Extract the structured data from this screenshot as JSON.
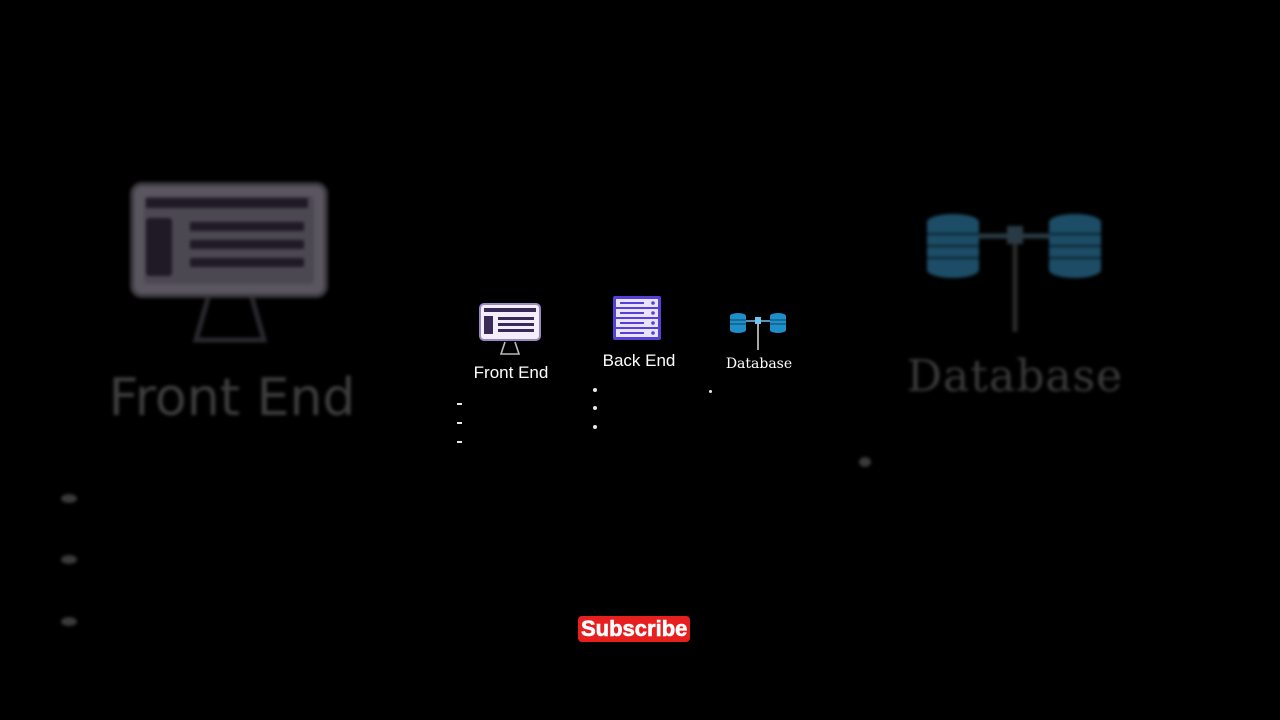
{
  "background": {
    "front_end_label": "Front End",
    "database_label": "Database",
    "front_end_icon": "monitor-icon",
    "database_icon": "database-network-icon"
  },
  "diagram": {
    "front_end": {
      "label": "Front End",
      "icon": "monitor-icon"
    },
    "back_end": {
      "label": "Back End",
      "icon": "server-icon"
    },
    "database": {
      "label": "Database",
      "icon": "database-network-icon"
    }
  },
  "subscribe": {
    "label": "Subscribe"
  },
  "colors": {
    "background": "#000000",
    "subscribe_bg": "#e81f1f",
    "front_end_accent": "#3a2a5a",
    "back_end_accent": "#5a3fd6",
    "database_accent": "#1f8fc9"
  }
}
